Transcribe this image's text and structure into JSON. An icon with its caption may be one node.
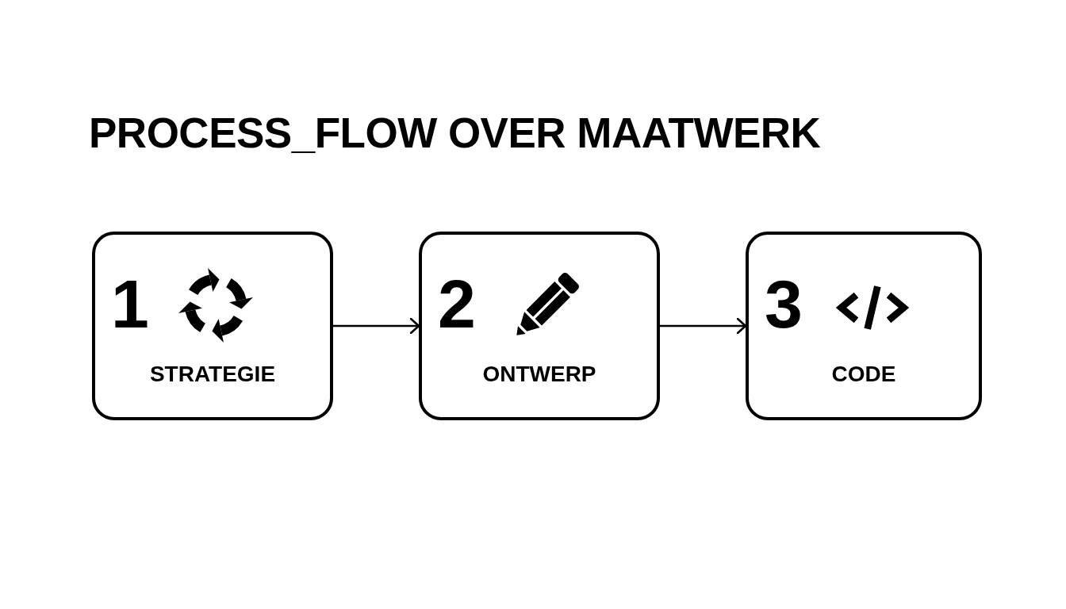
{
  "diagram": {
    "title": "PROCESS_FLOW OVER MAATWERK",
    "nodes": [
      {
        "text": [
          "1",
          "STRATEGIE"
        ]
      },
      {
        "text": [
          "2",
          "ONTWERP"
        ]
      },
      {
        "text": [
          "3",
          "CODE"
        ]
      }
    ],
    "edges": [
      {
        "from": 0,
        "to": 1,
        "arrow": "to"
      },
      {
        "from": 1,
        "to": 2,
        "arrow": "to"
      }
    ]
  }
}
